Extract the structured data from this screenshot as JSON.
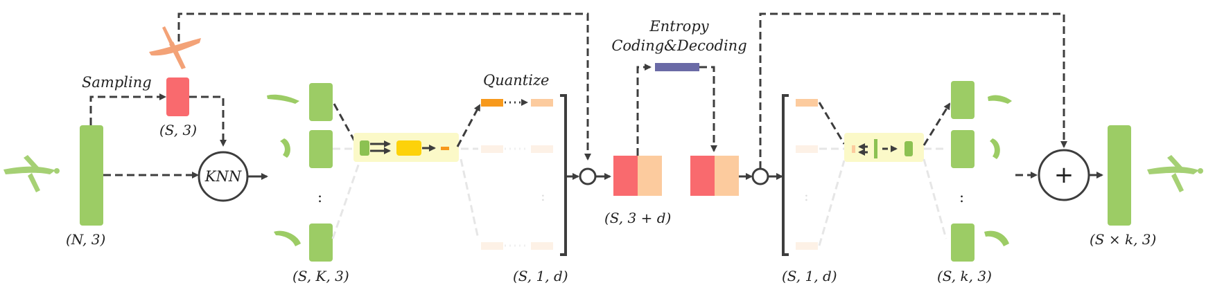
{
  "labels": {
    "sampling": "Sampling",
    "knn": "KNN",
    "quantize": "Quantize",
    "entropy_line1": "Entropy",
    "entropy_line2": "Coding&Decoding",
    "plus": "+",
    "dots": ":"
  },
  "dims": {
    "input": "(N, 3)",
    "sampled": "(S, 3)",
    "grouped": "(S, K, 3)",
    "quantized": "(S, 1, d)",
    "bottleneck": "(S, 3 + d)",
    "decoded_latent": "(S, 1, d)",
    "decoded_patches": "(S, k, 3)",
    "output": "(S × k, 3)"
  },
  "colors": {
    "green": "#9ccc65",
    "red": "#f96a6e",
    "peach": "#fccb9e",
    "orange": "#f7991c",
    "yellow": "#fdd20a",
    "highlight": "#fbf9c8",
    "purple": "#6a6aa6",
    "line": "#3d3d3d",
    "faded": "#e3e3e3"
  }
}
